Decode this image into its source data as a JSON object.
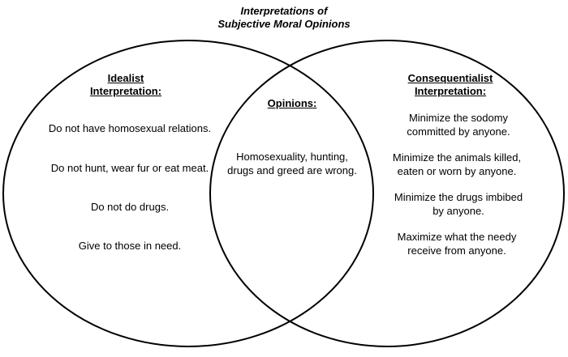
{
  "title": {
    "line1": "Interpretations of",
    "line2": "Subjective Moral Opinions"
  },
  "left": {
    "heading_line1": "Idealist",
    "heading_line2": "Interpretation:",
    "items": [
      "Do not have homosexual relations.",
      "Do not hunt, wear fur or eat meat.",
      "Do not do drugs.",
      "Give to those in need."
    ]
  },
  "center": {
    "heading": "Opinions:",
    "text": "Homosexuality, hunting, drugs and greed are wrong."
  },
  "right": {
    "heading_line1": "Consequentialist",
    "heading_line2": "Interpretation:",
    "items": [
      "Minimize the sodomy committed by anyone.",
      "Minimize the animals killed, eaten or worn by anyone.",
      "Minimize the drugs imbibed by anyone.",
      "Maximize what the needy receive from anyone."
    ]
  }
}
